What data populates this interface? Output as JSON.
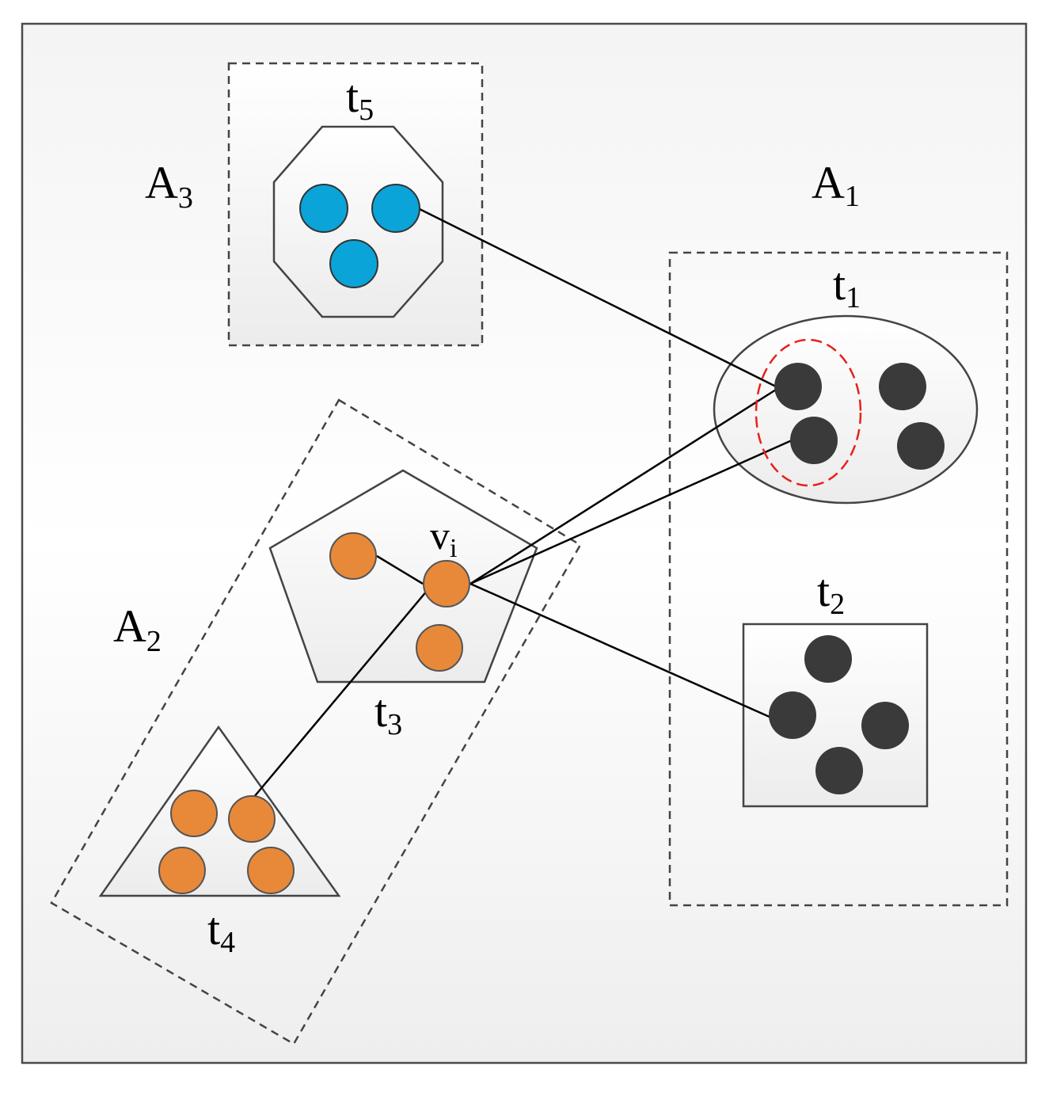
{
  "colors": {
    "group_a1_nodes": "#3a3a3a",
    "group_a2_nodes": "#e8893a",
    "group_a3_nodes": "#0aa4d8",
    "highlight": "#e8201c",
    "outline": "#444444"
  },
  "labels": {
    "a1": {
      "main": "A",
      "sub": "1"
    },
    "a2": {
      "main": "A",
      "sub": "2"
    },
    "a3": {
      "main": "A",
      "sub": "3"
    },
    "t1": {
      "main": "t",
      "sub": "1"
    },
    "t2": {
      "main": "t",
      "sub": "2"
    },
    "t3": {
      "main": "t",
      "sub": "3"
    },
    "t4": {
      "main": "t",
      "sub": "4"
    },
    "t5": {
      "main": "t",
      "sub": "5"
    },
    "vi": {
      "main": "v",
      "sub": "i"
    }
  }
}
